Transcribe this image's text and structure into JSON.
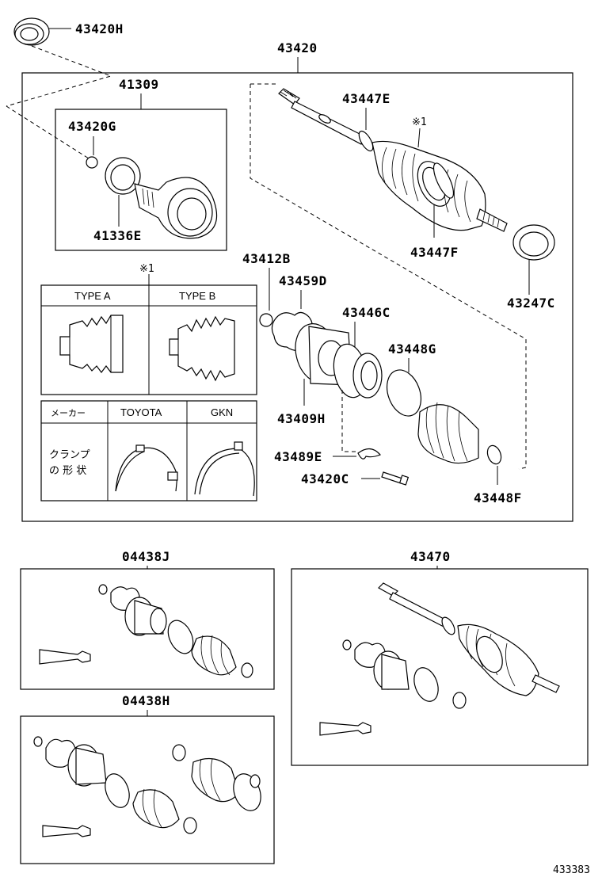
{
  "parts": {
    "p43420H": "43420H",
    "p43420": "43420",
    "p41309": "41309",
    "p43420G": "43420G",
    "p41336E": "41336E",
    "p43447E": "43447E",
    "note_mark_top": "※1",
    "p43447F": "43447F",
    "p43247C": "43247C",
    "p43412B": "43412B",
    "p43459D": "43459D",
    "p43446C": "43446C",
    "p43448G": "43448G",
    "p43409H": "43409H",
    "p43489E": "43489E",
    "p43420C": "43420C",
    "p43448F": "43448F",
    "p04438J": "04438J",
    "p04438H": "04438H",
    "p43470": "43470"
  },
  "type_table": {
    "mark": "※1",
    "type_a": "TYPE A",
    "type_b": "TYPE B"
  },
  "clamp_table": {
    "maker_label": "メーカー",
    "toyota": "TOYOTA",
    "gkn": "GKN",
    "clamp_shape_line1": "クランプ",
    "clamp_shape_line2": "の 形 状"
  },
  "figure_id": "433383"
}
